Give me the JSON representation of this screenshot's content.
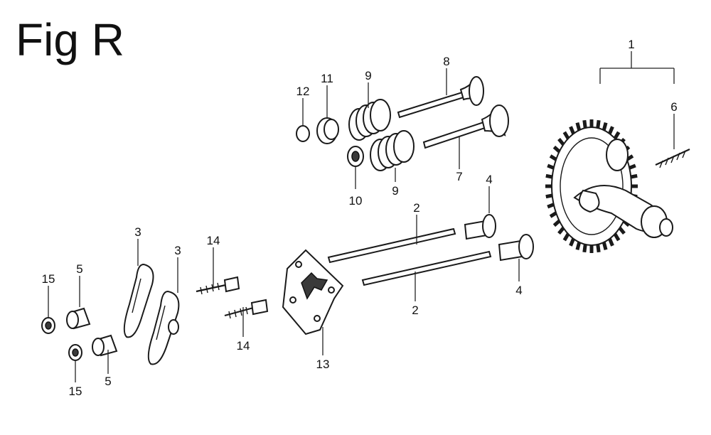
{
  "figure": {
    "title": "Fig R"
  },
  "parts": {
    "p1": "1",
    "p2a": "2",
    "p2b": "2",
    "p3a": "3",
    "p3b": "3",
    "p4a": "4",
    "p4b": "4",
    "p5a": "5",
    "p5b": "5",
    "p6": "6",
    "p7": "7",
    "p8": "8",
    "p9a": "9",
    "p9b": "9",
    "p10": "10",
    "p11": "11",
    "p12": "12",
    "p13": "13",
    "p14a": "14",
    "p14b": "14",
    "p15a": "15",
    "p15b": "15"
  }
}
